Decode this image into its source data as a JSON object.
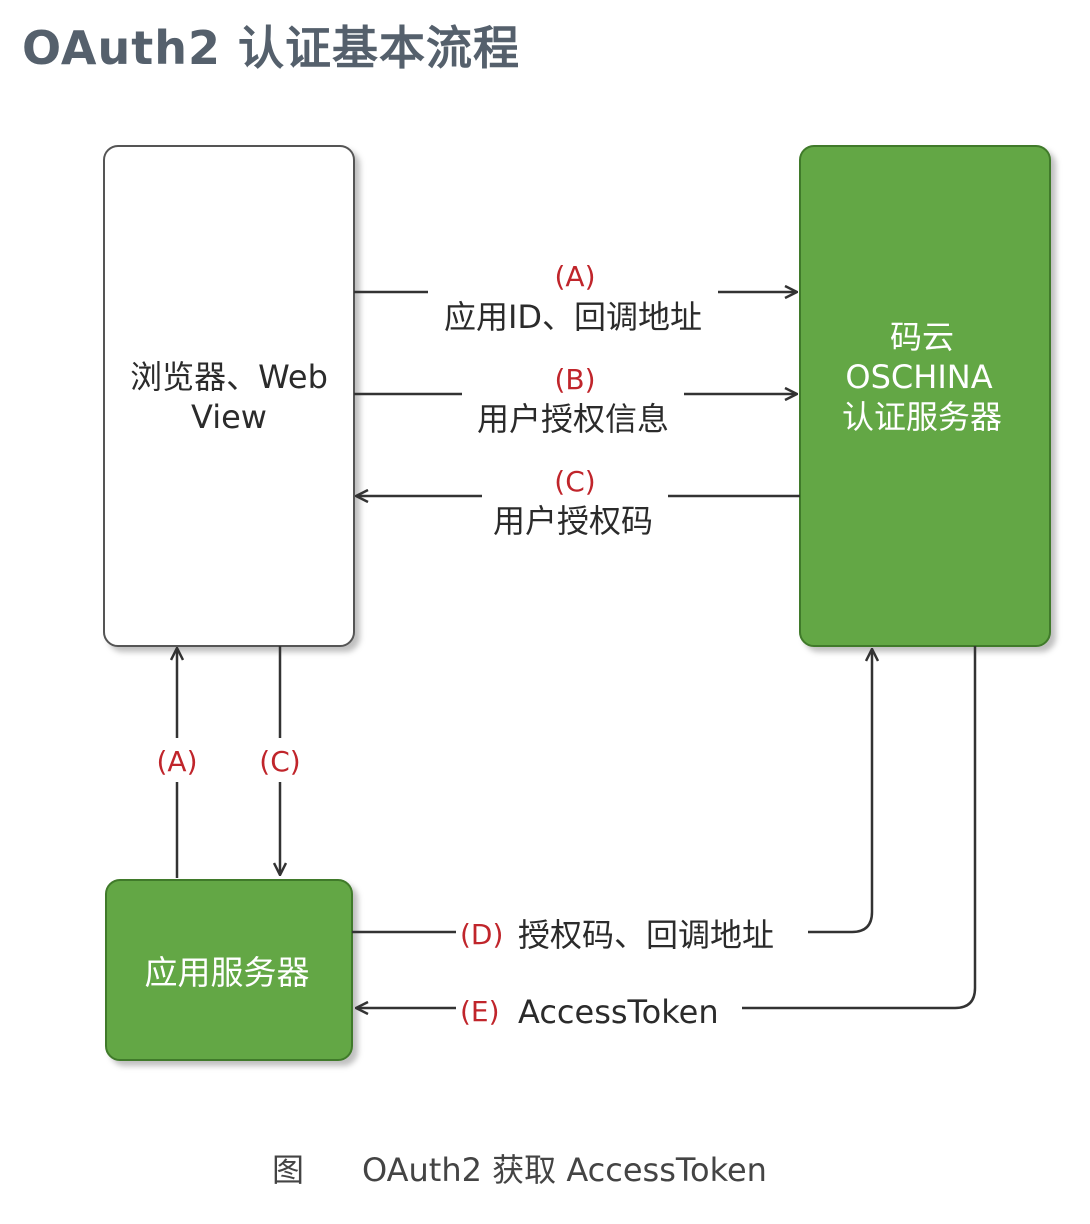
{
  "title": "OAuth2 认证基本流程",
  "nodes": {
    "browser": {
      "line1": "浏览器、Web",
      "line2": "View"
    },
    "auth_server": {
      "line1": "码云",
      "line2": "OSCHINA",
      "line3": "认证服务器"
    },
    "app_server": {
      "label": "应用服务器"
    }
  },
  "edges": {
    "a_top": {
      "tag": "(A)",
      "text": "应用ID、回调地址"
    },
    "b_top": {
      "tag": "(B)",
      "text": "用户授权信息"
    },
    "c_top": {
      "tag": "(C)",
      "text": "用户授权码"
    },
    "a_left": {
      "tag": "(A)"
    },
    "c_left": {
      "tag": "(C)"
    },
    "d_bottom": {
      "tag": "(D)",
      "text": "授权码、回调地址"
    },
    "e_bottom": {
      "tag": "(E)",
      "text": "AccessToken"
    }
  },
  "caption": {
    "prefix": "图",
    "text": "OAuth2 获取 AccessToken"
  },
  "colors": {
    "green": "#64a744",
    "green_border": "#3f7a2a",
    "step_red": "#c0252b",
    "arrow": "#333333"
  }
}
